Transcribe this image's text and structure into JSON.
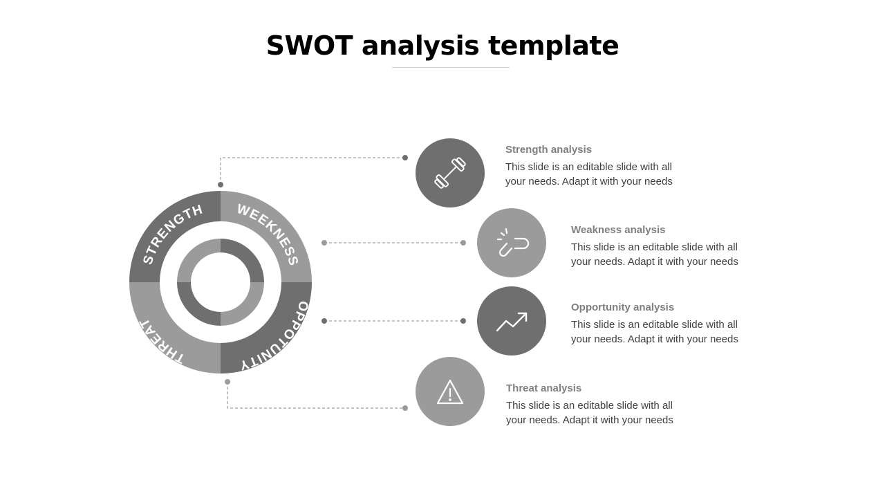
{
  "title": "SWOT analysis template",
  "colors": {
    "dark": "#6f6f6f",
    "light": "#9b9b9b",
    "title_text": "#7f7f7f",
    "body_text": "#404040"
  },
  "ring": {
    "strength": "STRENGTH",
    "weakness": "WEEKNESS",
    "opportunity": "OPPOTUNITY",
    "threat": "THREAT"
  },
  "items": [
    {
      "icon": "dumbbell-icon",
      "title": "Strength analysis",
      "body": "This slide is an editable slide with all your needs. Adapt it with your needs"
    },
    {
      "icon": "broken-link-icon",
      "title": "Weakness analysis",
      "body": "This slide is an editable slide with all your needs. Adapt it with your needs"
    },
    {
      "icon": "trend-up-icon",
      "title": "Opportunity analysis",
      "body": "This slide is an editable slide with all your needs. Adapt it with your needs"
    },
    {
      "icon": "warning-icon",
      "title": "Threat analysis",
      "body": "This slide is an editable slide with all your needs. Adapt it with your needs"
    }
  ]
}
